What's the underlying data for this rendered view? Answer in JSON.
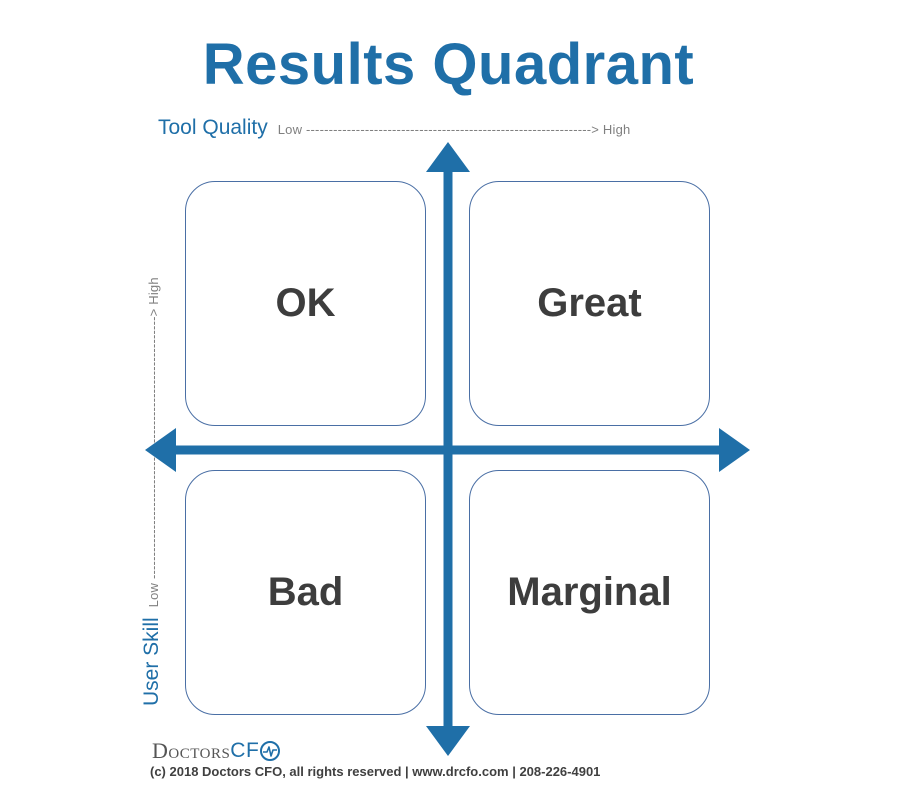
{
  "title": "Results Quadrant",
  "axes": {
    "x": {
      "name": "Tool Quality",
      "scale": "Low ---------------------------------------------------------------> High"
    },
    "y": {
      "name": "User Skill",
      "scale": "Low ----------------------------------------------------------> High"
    }
  },
  "quadrants": {
    "top_left": "OK",
    "top_right": "Great",
    "bottom_left": "Bad",
    "bottom_right": "Marginal"
  },
  "colors": {
    "accent": "#1f6fa8",
    "arrow": "#1f6fa8",
    "quadrant_border": "#4a6fa5",
    "label_text": "#3d3d3d"
  },
  "logo": {
    "part1": "Doctors",
    "part2": "CF",
    "icon": "heartbeat-icon"
  },
  "footer": "(c) 2018 Doctors CFO, all rights reserved | www.drcfo.com | 208-226-4901"
}
